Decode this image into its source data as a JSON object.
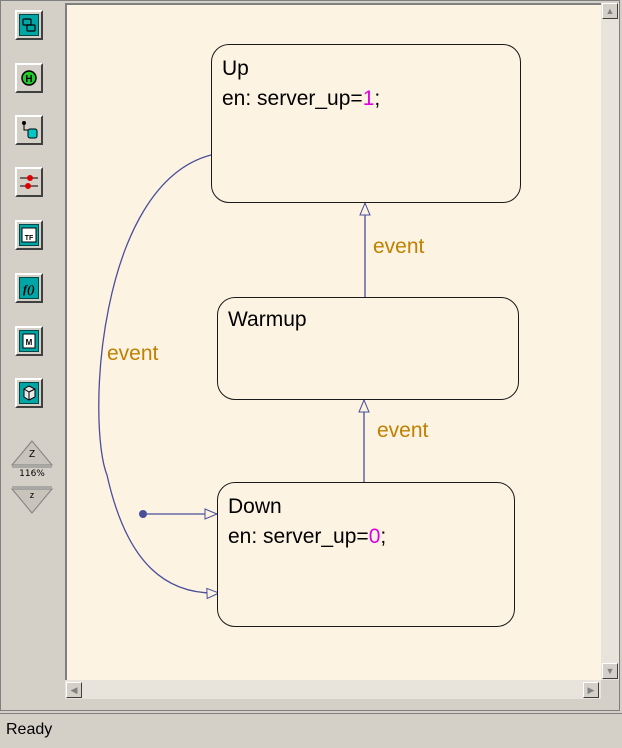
{
  "status": {
    "text": "Ready"
  },
  "zoom": {
    "level": "116%",
    "in_label": "Z",
    "out_label": "z"
  },
  "toolbar": {
    "tools": [
      {
        "name": "state-tool"
      },
      {
        "name": "history-junction-tool"
      },
      {
        "name": "default-transition-tool"
      },
      {
        "name": "connective-junction-tool"
      },
      {
        "name": "truth-table-tool"
      },
      {
        "name": "graphical-function-tool"
      },
      {
        "name": "embedded-matlab-function-tool"
      },
      {
        "name": "box-tool"
      }
    ]
  },
  "diagram": {
    "states": [
      {
        "id": "up",
        "label": "Up",
        "entry_prefix": "en: server_up=",
        "entry_value": "1",
        "entry_suffix": ";"
      },
      {
        "id": "warmup",
        "label": "Warmup"
      },
      {
        "id": "down",
        "label": "Down",
        "entry_prefix": "en: server_up=",
        "entry_value": "0",
        "entry_suffix": ";"
      }
    ],
    "transitions": [
      {
        "from": "warmup",
        "to": "up",
        "label": "event"
      },
      {
        "from": "down",
        "to": "warmup",
        "label": "event"
      },
      {
        "from": "up",
        "to": "down",
        "label": "event"
      }
    ],
    "default_transition": {
      "to": "down"
    }
  },
  "colors": {
    "canvas": "#fdf3e3",
    "transition_line": "#4a4f9a",
    "event_label": "#c08000",
    "action_value": "#e000e0",
    "tool_face": "#00a6a6"
  }
}
